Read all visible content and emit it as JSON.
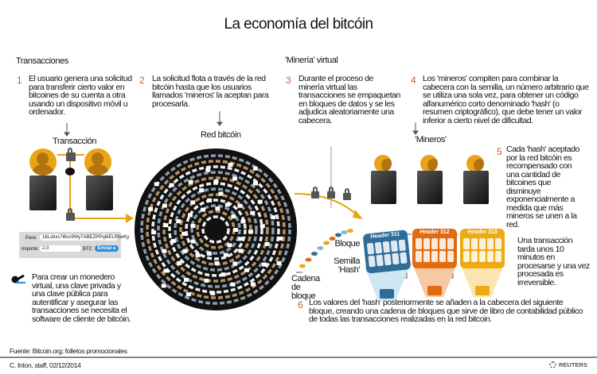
{
  "title": "La economía del bitcóin",
  "sections": {
    "transactions": "Transacciones",
    "mining": "'Minería' virtual"
  },
  "steps": [
    {
      "n": "1",
      "text": "El usuario genera una solicitud para transferir cierto valor en bitcoines de su cuenta a otra usando un dispositivo móvil u ordenador."
    },
    {
      "n": "2",
      "text": "La solicitud flota a través de la red bitcóin hasta que los usuarios llamados 'mineros' la aceptan para procesarla."
    },
    {
      "n": "3",
      "text": "Durante el proceso de minería virtual las transacciones se empaquetan en bloques de datos y se les adjudica aleatoriamente una cabecera."
    },
    {
      "n": "4",
      "text": "Los 'mineros' compiten para combinar la cabecera con la semilla, un número arbitrario que se utiliza una sola vez, para obtener un código alfanumérico corto denominado 'hash' (o resumen criptográfico), que debe tener un valor inferior a cierto nivel de dificultad."
    },
    {
      "n": "5",
      "text": "Cada 'hash' aceptado por la red bitcóin es recompensado con una cantidad de bitcoines que disminuye exponencialmente a medida que más mineros se unen a la red."
    },
    {
      "n": "6",
      "text": "Los valores del 'hash' posteriormente se añaden a la cabecera del siguiente bloque, creando una cadena de bloques que sirve de libro de contabilidad público de todas las transacciones realizadas en la red bitcoin."
    }
  ],
  "labels": {
    "transaction": "Transacción",
    "network": "Red bitcóin",
    "miners": "'Mineros'",
    "block": "Bloque",
    "seed": "Semilla 'Hash'",
    "chain": "Cadena de bloque"
  },
  "blocks": [
    {
      "header": "Header 311",
      "color": "#2e6c9a",
      "light": "#cfe6f3"
    },
    {
      "header": "Header 312",
      "color": "#e06b12",
      "light": "#f4c9a4"
    },
    {
      "header": "Header 313",
      "color": "#eeaa14",
      "light": "#fbe6b0"
    }
  ],
  "form": {
    "to_label": "Para:",
    "to_value": "16Lsbxc7i6cc9Wy7ABEZPPq6iEL9XwKy",
    "amount_label": "Importe:",
    "amount_value": "2.0",
    "unit": "BTC",
    "send": "Enviar ▸"
  },
  "wallet_note": "Para crear un monedero virtual, una clave privada y una clave pública para autentificar y asegurar las transacciones se necesita el software de cliente de bitcóin.",
  "time_note": "Una transacción tarda unos 10 minutos en procesarse y una vez procesada es irreversible.",
  "source": "Fuente: Bitcoin.org; folletos promocionales",
  "credit": "C. Inton, staff, 02/12/2014",
  "brand": "REUTERS",
  "colors": {
    "accent": "#c0622a",
    "gold": "#e8a317"
  }
}
